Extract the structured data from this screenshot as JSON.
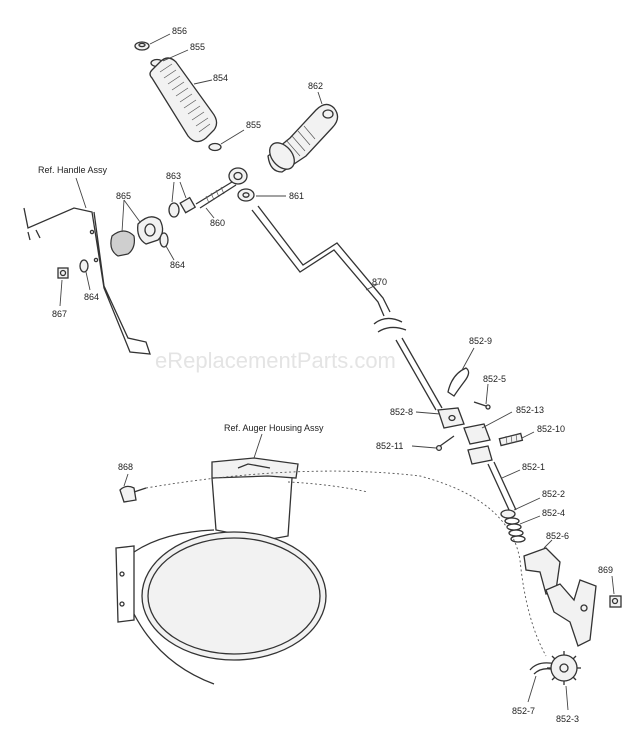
{
  "watermark": "eReplacementParts.com",
  "references": {
    "handle": "Ref. Handle Assy",
    "auger_housing": "Ref. Auger Housing Assy"
  },
  "callouts": {
    "p856": "856",
    "p855_top": "855",
    "p854": "854",
    "p862": "862",
    "p855_mid": "855",
    "p863": "863",
    "p865": "865",
    "p861": "861",
    "p860": "860",
    "p864_right": "864",
    "p870": "870",
    "p864_left": "864",
    "p867": "867",
    "p852_9": "852-9",
    "p852_5": "852-5",
    "p852_8": "852-8",
    "p852_13": "852-13",
    "p852_10": "852-10",
    "p852_11": "852-11",
    "p852_1": "852-1",
    "p868": "868",
    "p852_2": "852-2",
    "p852_4": "852-4",
    "p852_6": "852-6",
    "p869": "869",
    "p852_7": "852-7",
    "p852_3": "852-3"
  }
}
